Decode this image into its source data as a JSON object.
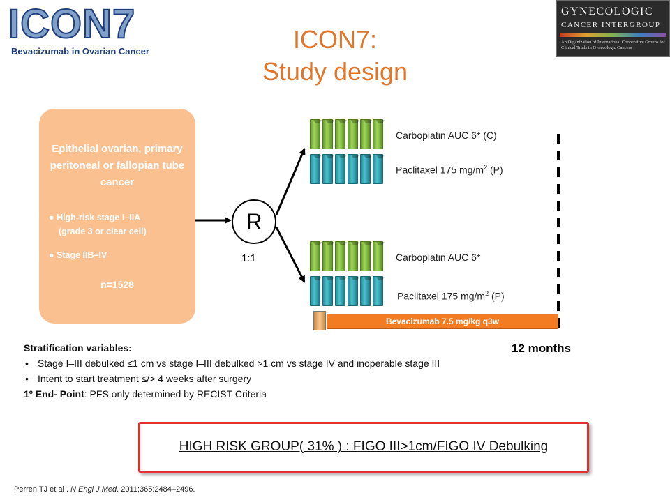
{
  "logo_left": {
    "word": "ICON7",
    "tagline": "Bevacizumab in Ovarian Cancer"
  },
  "logo_right": {
    "line1": "GYNECOLOGIC",
    "line2": "CANCER INTERGROUP",
    "line3": "An Organization of International Cooperative Groups for Clinical Trials in Gynecologic Cancers"
  },
  "title": {
    "line1": "ICON7:",
    "line2": "Study design"
  },
  "population": {
    "title": "Epithelial ovarian, primary peritoneal or fallopian tube cancer",
    "bullet1_a": "High-risk stage I–IIA",
    "bullet1_b": "(grade 3 or clear cell)",
    "bullet2": "Stage IIB–IV",
    "bullet_glyph": "●",
    "n": "n=1528"
  },
  "randomization": {
    "symbol": "R",
    "ratio": "1:1"
  },
  "arm1": {
    "cycles": 6,
    "drug1": "Carboplatin AUC 6* (C)",
    "drug2_base": "Paclitaxel 175 mg/m",
    "drug2_sup": "2",
    "drug2_tail": " (P)"
  },
  "arm2": {
    "cycles": 6,
    "drug1": "Carboplatin AUC 6*",
    "drug2_base": "Paclitaxel 175 mg/m",
    "drug2_sup": "2",
    "drug2_tail": " (P)",
    "bev_label": "Bevacizumab 7.5 mg/kg q3w"
  },
  "timeline": {
    "label": "12 months"
  },
  "stratification": {
    "title": "Stratification variables:",
    "items": [
      "Stage I–III debulked ≤1 cm vs stage I–III debulked >1 cm vs stage IV and inoperable stage III",
      "Intent to start treatment ≤/> 4 weeks after surgery"
    ],
    "endpoint_label": "1º End- Point",
    "endpoint_text": ": PFS only  determined by RECIST Criteria"
  },
  "highlight": {
    "text": "HIGH RISK GROUP( 31% ) : FIGO III>1cm/FIGO IV Debulking"
  },
  "colors": {
    "title": "#e0762a",
    "box": "#fac090",
    "bev": "#f37b22",
    "highlight_border": "#e03030",
    "green_cycle": "#8cc648",
    "teal_cycle": "#3aaebb"
  },
  "reference": {
    "authors": "Perren TJ et al . ",
    "journal": "N Engl J Med",
    "citation": ". 2011;365:2484–2496."
  }
}
